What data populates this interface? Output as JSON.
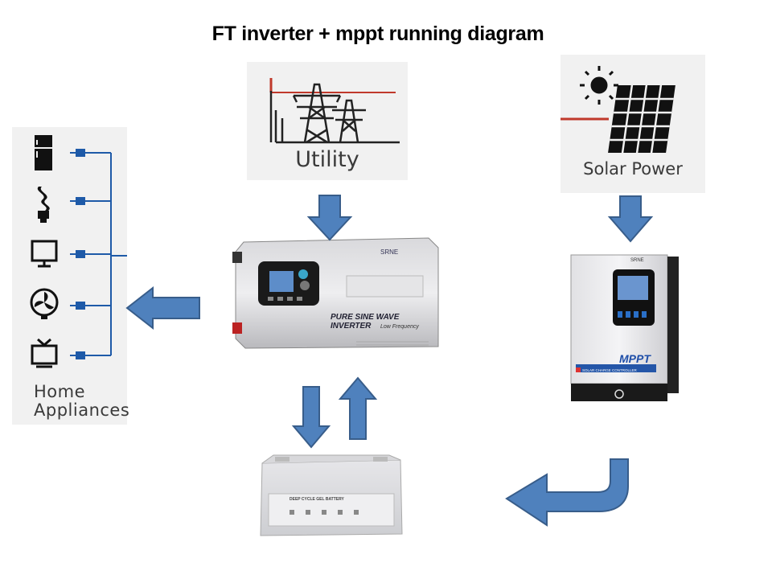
{
  "title": "FT inverter + mppt running diagram",
  "utility": {
    "label": "Utility"
  },
  "solar": {
    "label": "Solar Power"
  },
  "appliances": {
    "label_line1": "Home",
    "label_line2": "Appliances"
  },
  "inverter": {
    "brand": "SRNE",
    "title_text": "PURE SINE WAVE INVERTER",
    "subtitle_text": "Low Frequency"
  },
  "controller": {
    "brand": "SRNE",
    "title_text": "MPPT",
    "subtitle_text": "SOLAR CHARGE CONTROLLER"
  },
  "battery": {
    "title_text": "DEEP CYCLE GEL BATTERY"
  },
  "colors": {
    "arrow_fill": "#4f81bd",
    "arrow_stroke": "#385d8a",
    "wire_blue": "#1e5aa8",
    "utility_red": "#c0392b"
  }
}
